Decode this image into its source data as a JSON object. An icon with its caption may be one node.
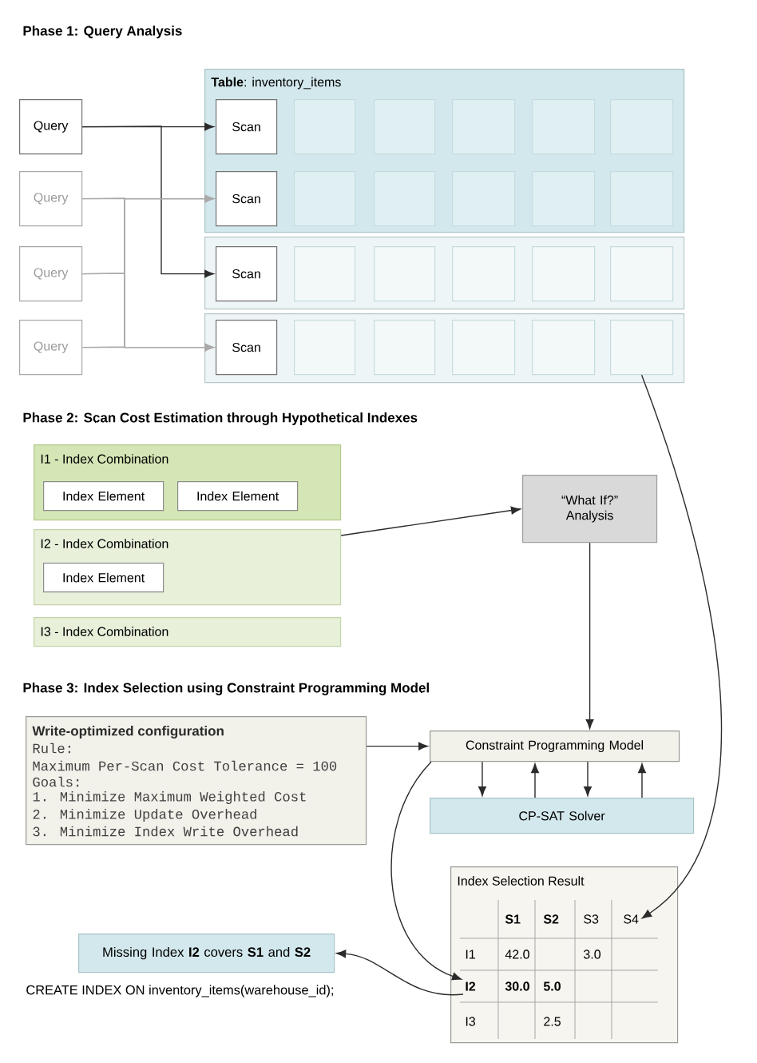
{
  "diagram": {
    "nodes": [
      {
        "text": [
          "Query"
        ]
      },
      {
        "text": [
          "Query"
        ]
      },
      {
        "text": [
          "Query"
        ]
      },
      {
        "text": [
          "Query"
        ]
      },
      {
        "text": [
          "**Table**: inventory_items"
        ]
      },
      {
        "text": [
          "Scan"
        ],
        "in": 4
      },
      {
        "text": [],
        "shape": "box",
        "in": 4
      },
      {
        "text": [],
        "shape": "box",
        "in": 4
      },
      {
        "text": [],
        "shape": "box",
        "in": 4
      },
      {
        "text": [],
        "shape": "box",
        "in": 4
      },
      {
        "text": [],
        "shape": "box",
        "in": 4
      },
      {
        "text": [
          "Scan"
        ],
        "in": 4
      },
      {
        "text": [],
        "shape": "box",
        "in": 4
      },
      {
        "text": [],
        "shape": "box",
        "in": 4
      },
      {
        "text": [],
        "shape": "box",
        "in": 4
      },
      {
        "text": [],
        "shape": "box",
        "in": 4
      },
      {
        "text": [],
        "shape": "box",
        "in": 4
      },
      {
        "text": [],
        "shape": "box"
      },
      {
        "text": [
          "Scan"
        ],
        "in": 17
      },
      {
        "text": [],
        "shape": "box",
        "in": 17
      },
      {
        "text": [],
        "shape": "box",
        "in": 17
      },
      {
        "text": [],
        "shape": "box",
        "in": 17
      },
      {
        "text": [],
        "shape": "box",
        "in": 17
      },
      {
        "text": [],
        "shape": "box",
        "in": 17
      },
      {
        "text": [],
        "shape": "box"
      },
      {
        "text": [
          "Scan"
        ],
        "in": 24
      },
      {
        "text": [],
        "shape": "box",
        "in": 24
      },
      {
        "text": [],
        "shape": "box",
        "in": 24
      },
      {
        "text": [],
        "shape": "box",
        "in": 24
      },
      {
        "text": [],
        "shape": "box",
        "in": 24
      },
      {
        "text": [],
        "shape": "box",
        "in": 24
      },
      {
        "text": [
          "I1 - Index Combination"
        ]
      },
      {
        "text": [
          "Index Element"
        ],
        "in": 31
      },
      {
        "text": [
          "Index Element"
        ],
        "in": 31
      },
      {
        "text": [
          "I2 - Index Combination"
        ]
      },
      {
        "text": [
          "Index Element"
        ],
        "in": 34
      },
      {
        "text": [
          "I3 - Index Combination"
        ]
      },
      {
        "text": [
          "“What If?” Analysis"
        ]
      },
      {
        "text": [
          "Write-optimized configuration",
          "Rule:",
          "Maximum Per-Scan Cost Tolerance = 100",
          "Goals:",
          "1. Minimize Maximum Weighted Cost",
          "2. Minimize Update Overhead",
          "3. Minimize Index Write Overhead"
        ]
      },
      {
        "text": [
          "Constraint Programming Model"
        ]
      },
      {
        "text": [
          "CP-SAT Solver"
        ]
      },
      {
        "text": [
          "Index Selection Result"
        ]
      },
      {
        "text": [
          "S1"
        ],
        "in": 41
      },
      {
        "text": [
          "S2"
        ],
        "in": 41
      },
      {
        "text": [
          "S3"
        ],
        "in": 41
      },
      {
        "text": [
          "S4"
        ],
        "in": 41
      },
      {
        "text": [
          "I1"
        ],
        "in": 41
      },
      {
        "text": [
          "42.0"
        ],
        "in": 41
      },
      {
        "text": [
          "3.0"
        ],
        "in": 41
      },
      {
        "text": [
          "I2"
        ],
        "in": 41
      },
      {
        "text": [
          "30.0"
        ],
        "in": 41
      },
      {
        "text": [
          "5.0"
        ],
        "in": 41
      },
      {
        "text": [
          "I3"
        ],
        "in": 41
      },
      {
        "text": [
          "2.5"
        ],
        "in": 41
      },
      {
        "text": [
          "Missing Index **I2** covers **S1** and **S2**"
        ]
      }
    ],
    "edges": [
      {
        "from": 0,
        "to": 5,
        "arrow": "to"
      },
      {
        "from": 0,
        "to": 18,
        "arrow": "to"
      },
      {
        "from": 1,
        "to": 11,
        "arrow": "to",
        "color": "#aaaaaa"
      },
      {
        "from": 1,
        "to": 25,
        "arrow": "to",
        "color": "#aaaaaa"
      },
      {
        "from": 2,
        "to": 11,
        "arrow": "to",
        "color": "#aaaaaa"
      },
      {
        "from": 2,
        "to": 25,
        "arrow": "to",
        "color": "#aaaaaa"
      },
      {
        "from": 3,
        "to": 11,
        "arrow": "to",
        "color": "#aaaaaa"
      },
      {
        "from": 3,
        "to": 25,
        "arrow": "to",
        "color": "#aaaaaa"
      },
      {
        "from": 30,
        "to": 45,
        "arrow": "to"
      },
      {
        "from": 34,
        "to": 37,
        "arrow": "to"
      },
      {
        "from": 37,
        "to": 39,
        "arrow": "to"
      },
      {
        "from": 38,
        "to": 39,
        "arrow": "to"
      },
      {
        "from": 39,
        "to": 40,
        "arrow": "to"
      },
      {
        "from": 40,
        "to": 39,
        "arrow": "to"
      },
      {
        "from": 39,
        "to": 40,
        "arrow": "to"
      },
      {
        "from": 40,
        "to": 39,
        "arrow": "to"
      },
      {
        "from": 39,
        "to": 49,
        "arrow": "to"
      },
      {
        "from": 49,
        "to": 54,
        "arrow": "to"
      }
    ],
    "labels": [
      "Phase 1: Query Analysis",
      "Phase 2: Scan Cost Estimation through Hypothetical Indexes",
      "Phase 3: Index Selection using Constraint Programming Model",
      "CREATE INDEX ON inventory_items(warehouse_id);"
    ]
  }
}
